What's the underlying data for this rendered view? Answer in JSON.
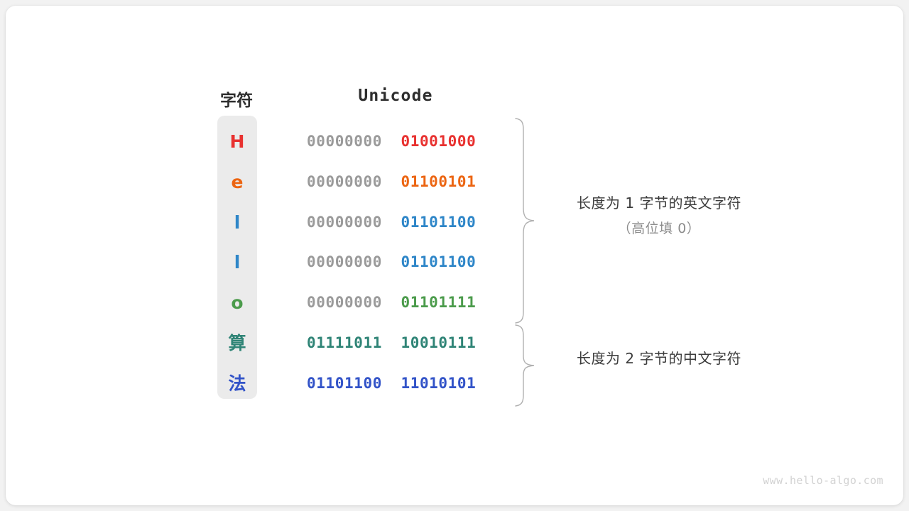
{
  "headers": {
    "character": "字符",
    "unicode": "Unicode"
  },
  "colors": {
    "char_column_bg": "#ebebeb",
    "high_byte": "#9a9a9a",
    "red": "#e8312f",
    "orange": "#ec6512",
    "blue": "#2e86c8",
    "green": "#4b9b4b",
    "teal": "#2f8476",
    "indigo": "#3253c8",
    "card_bg": "#ffffff",
    "page_bg": "#f2f2f2"
  },
  "rows": [
    {
      "char": "H",
      "char_color": "#e8312f",
      "high_byte": "00000000",
      "low_byte": "01001000",
      "low_color": "#e8312f"
    },
    {
      "char": "e",
      "char_color": "#ec6512",
      "high_byte": "00000000",
      "low_byte": "01100101",
      "low_color": "#ec6512"
    },
    {
      "char": "l",
      "char_color": "#2e86c8",
      "high_byte": "00000000",
      "low_byte": "01101100",
      "low_color": "#2e86c8"
    },
    {
      "char": "l",
      "char_color": "#2e86c8",
      "high_byte": "00000000",
      "low_byte": "01101100",
      "low_color": "#2e86c8"
    },
    {
      "char": "o",
      "char_color": "#4b9b4b",
      "high_byte": "00000000",
      "low_byte": "01101111",
      "low_color": "#4b9b4b"
    },
    {
      "char": "算",
      "char_color": "#2f8476",
      "high_byte": "01111011",
      "low_byte": "10010111",
      "low_color": "#2f8476",
      "high_color": "#2f8476"
    },
    {
      "char": "法",
      "char_color": "#3253c8",
      "high_byte": "01101100",
      "low_byte": "11010101",
      "low_color": "#3253c8",
      "high_color": "#3253c8"
    }
  ],
  "annotations": [
    {
      "line1": "长度为 1 字节的英文字符",
      "line2": "（高位填 0）"
    },
    {
      "line1": "长度为 2 字节的中文字符",
      "line2": ""
    }
  ],
  "footer": {
    "url": "www.hello-algo.com"
  }
}
